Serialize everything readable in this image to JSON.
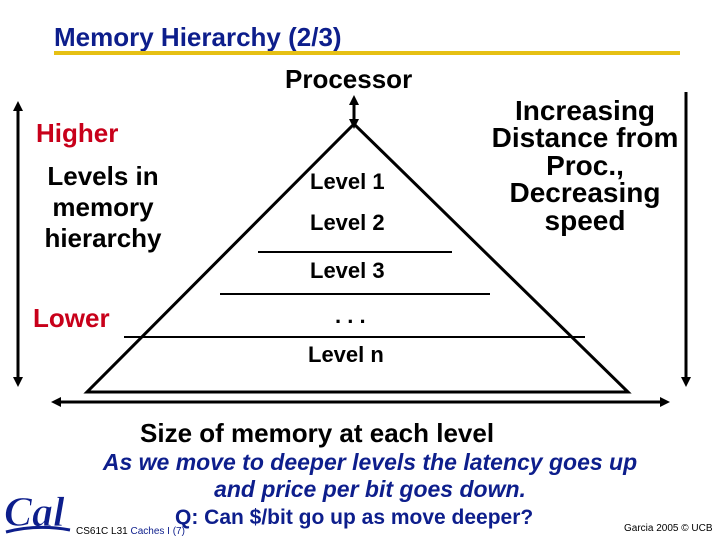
{
  "slide": {
    "title": "Memory Hierarchy (2/3)",
    "processor_label": "Processor",
    "higher_label": "Higher",
    "levels_description": "Levels in memory hierarchy",
    "lower_label": "Lower",
    "right_description": "Increasing Distance from Proc., Decreasing speed",
    "levels": [
      "Level 1",
      "Level 2",
      "Level 3",
      ". . .",
      "Level n"
    ],
    "size_label": "Size of memory at each level",
    "note": "As we move to deeper levels the latency goes up and price per bit goes down.",
    "question": "Q: Can $/bit go up as move deeper?"
  },
  "footer": {
    "course": "CS61C L31 ",
    "lecture": "Caches I (7)",
    "credit": "Garcia 2005 © UCB"
  },
  "logo": {
    "text": "Cal",
    "icon": "cal-logo-icon"
  },
  "colors": {
    "title": "#0d1e8c",
    "accent_rule": "#e6c014",
    "red_labels": "#c8001a",
    "note": "#0d1e8c"
  }
}
